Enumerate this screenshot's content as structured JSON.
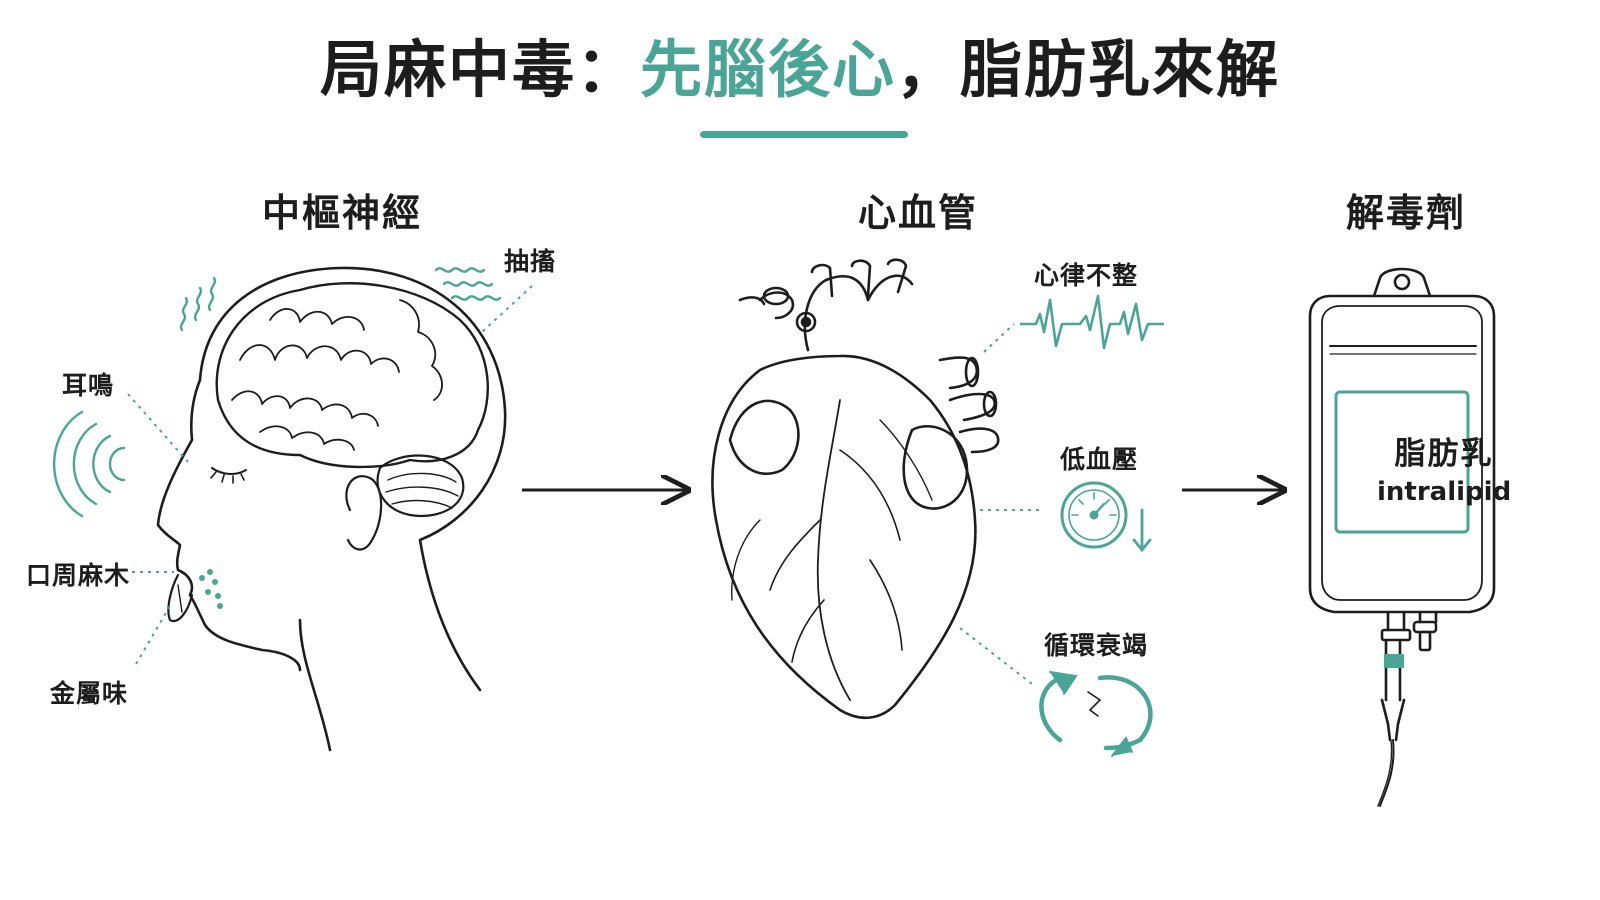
{
  "title": {
    "prefix": "局麻中毒：",
    "accent": "先腦後心",
    "suffix": "，脂肪乳來解"
  },
  "sections": {
    "cns": "中樞神經",
    "cardio": "心血管",
    "antidote": "解毒劑"
  },
  "cns_labels": {
    "seizure": "抽搐",
    "tinnitus": "耳鳴",
    "perioral_numbness": "口周麻木",
    "metallic_taste": "金屬味"
  },
  "cardio_labels": {
    "arrhythmia": "心律不整",
    "hypotension": "低血壓",
    "circulatory_collapse": "循環衰竭"
  },
  "antidote": {
    "name_zh": "脂肪乳",
    "name_en": "intralipid"
  },
  "colors": {
    "accent": "#4aa596",
    "ink": "#1d1d1d"
  }
}
